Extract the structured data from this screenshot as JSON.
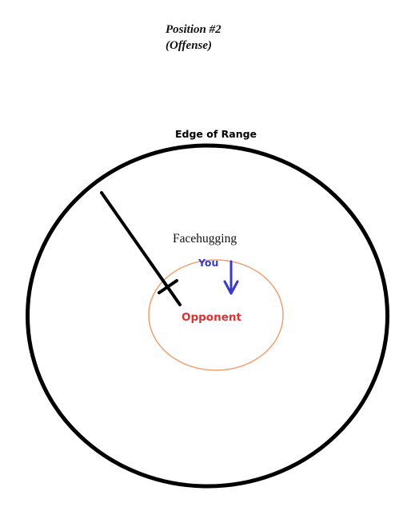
{
  "header": {
    "line1": "Position #2",
    "line2": "(Offense)"
  },
  "diagram": {
    "outer_ring_label": "Edge of Range",
    "inner_ring_label": "Facehugging",
    "you_label": "You",
    "opponent_label": "Opponent",
    "colors": {
      "outer_ring": "#000000",
      "inner_ring": "#f0a070",
      "you": "#3a3ac8",
      "arrow": "#3a3ac8",
      "opponent": "#e03030",
      "sword": "#000000"
    },
    "icons": {
      "weapon": "sword-icon",
      "movement": "down-arrow-icon"
    }
  }
}
